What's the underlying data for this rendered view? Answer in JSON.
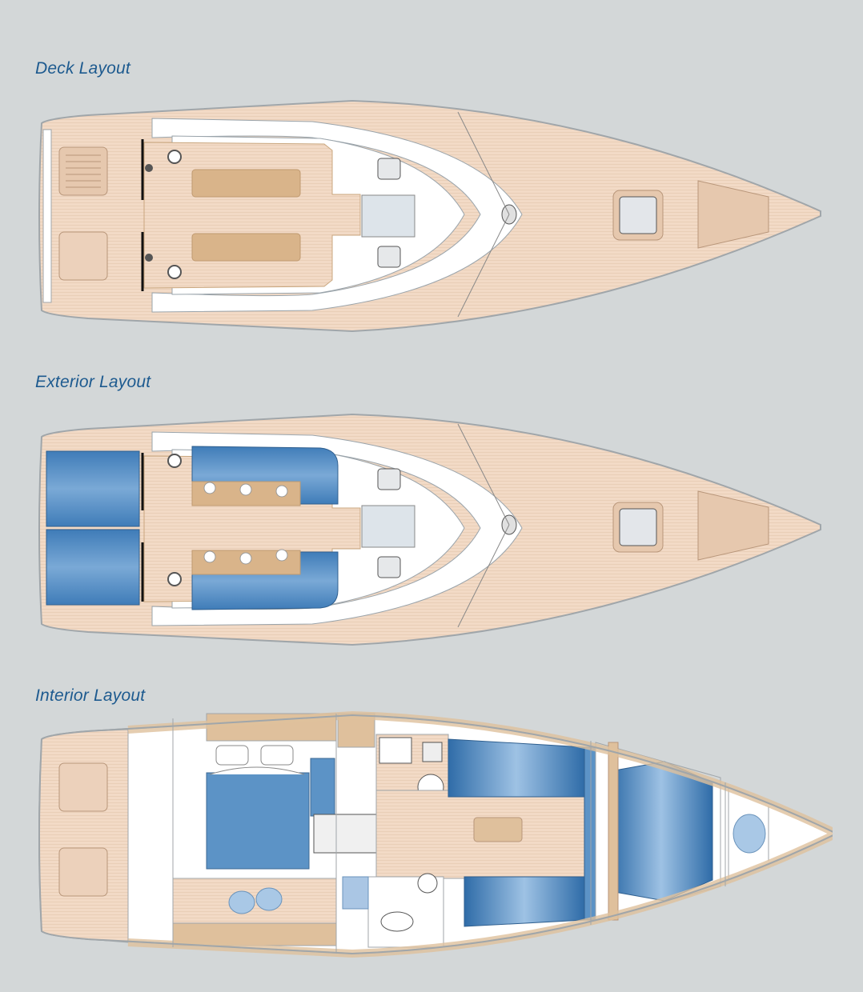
{
  "sections": [
    {
      "id": "deck",
      "title": "Deck Layout"
    },
    {
      "id": "exterior",
      "title": "Exterior Layout"
    },
    {
      "id": "interior",
      "title": "Interior Layout"
    }
  ],
  "colors": {
    "background": "#d3d7d8",
    "title": "#1d5a8f",
    "teak": "#f1d8c3",
    "teak_dark": "#dcbf9e",
    "cushion_blue": "#4f86bd",
    "hull_white": "#ffffff",
    "stroke": "#9aa4ab"
  }
}
